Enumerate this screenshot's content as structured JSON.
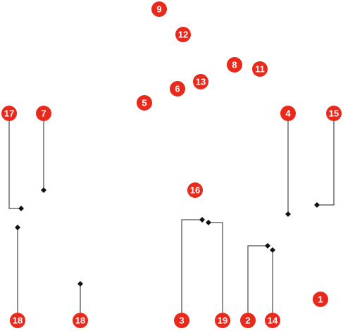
{
  "callouts": [
    {
      "id": "badge-1",
      "label": "1"
    },
    {
      "id": "badge-2",
      "label": "2"
    },
    {
      "id": "badge-3",
      "label": "3"
    },
    {
      "id": "badge-4",
      "label": "4"
    },
    {
      "id": "badge-5",
      "label": "5"
    },
    {
      "id": "badge-6",
      "label": "6"
    },
    {
      "id": "badge-7",
      "label": "7"
    },
    {
      "id": "badge-8",
      "label": "8"
    },
    {
      "id": "badge-9",
      "label": "9"
    },
    {
      "id": "badge-11",
      "label": "11"
    },
    {
      "id": "badge-12",
      "label": "12"
    },
    {
      "id": "badge-13",
      "label": "13"
    },
    {
      "id": "badge-14",
      "label": "14"
    },
    {
      "id": "badge-15",
      "label": "15"
    },
    {
      "id": "badge-16",
      "label": "16"
    },
    {
      "id": "badge-17",
      "label": "17"
    },
    {
      "id": "badge-18a",
      "label": "18"
    },
    {
      "id": "badge-18b",
      "label": "18"
    },
    {
      "id": "badge-19",
      "label": "19"
    }
  ],
  "colors": {
    "badge": "#e8291c",
    "badge_text": "#ffffff",
    "line": "#222222",
    "marker": "#111111"
  }
}
